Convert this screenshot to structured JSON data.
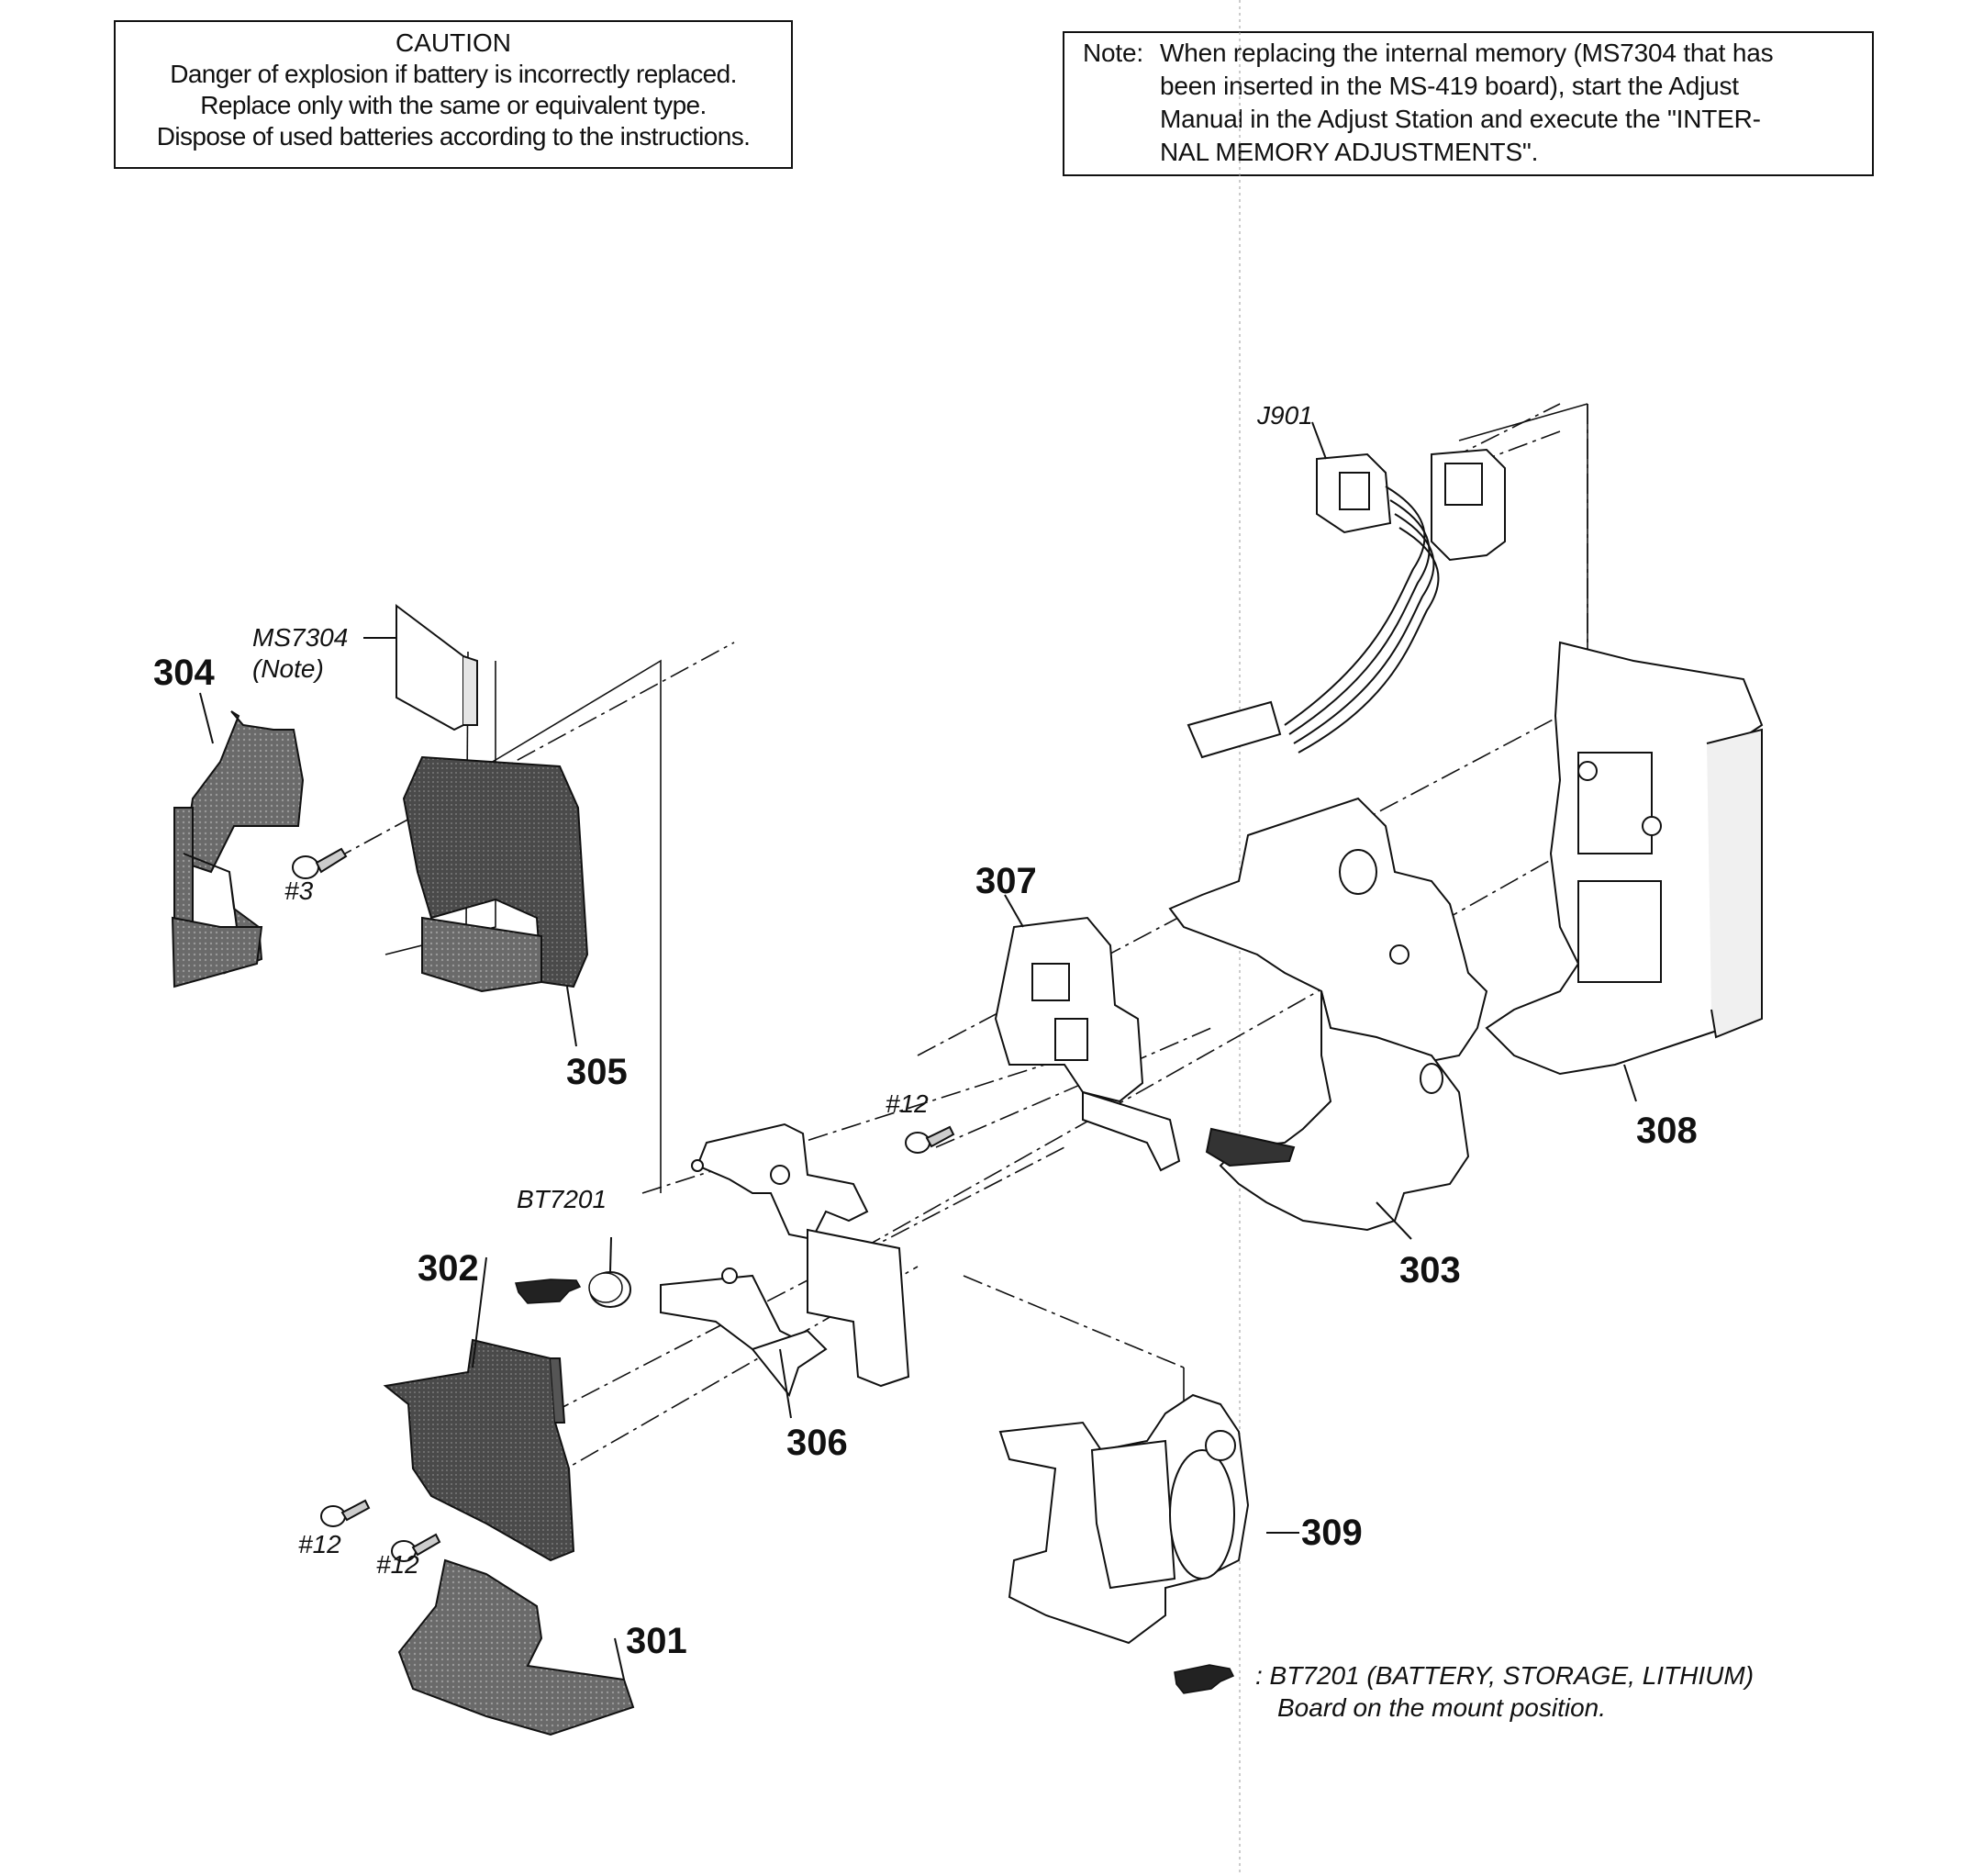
{
  "caution": {
    "title": "CAUTION",
    "lines": [
      "Danger of explosion if battery is incorrectly replaced.",
      "Replace only with the same or equivalent type.",
      "Dispose of used batteries according to the instructions."
    ]
  },
  "note": {
    "label": "Note:",
    "lines": [
      "When replacing the internal memory (MS7304 that has",
      "been inserted in the MS-419 board), start the Adjust",
      "Manual in the Adjust Station and execute the \"INTER-",
      "NAL MEMORY ADJUSTMENTS\"."
    ]
  },
  "parts": {
    "p301": "301",
    "p302": "302",
    "p303": "303",
    "p304": "304",
    "p305": "305",
    "p306": "306",
    "p307": "307",
    "p308": "308",
    "p309": "309"
  },
  "refs": {
    "ms7304": "MS7304",
    "note_ref": "(Note)",
    "j901": "J901",
    "bt7201": "BT7201",
    "screw3": "#3",
    "screw12_a": "#12",
    "screw12_b": "#12",
    "screw12_c": "#12"
  },
  "legend": {
    "line1": ": BT7201 (BATTERY, STORAGE, LITHIUM)",
    "line2": "Board on the mount position."
  }
}
